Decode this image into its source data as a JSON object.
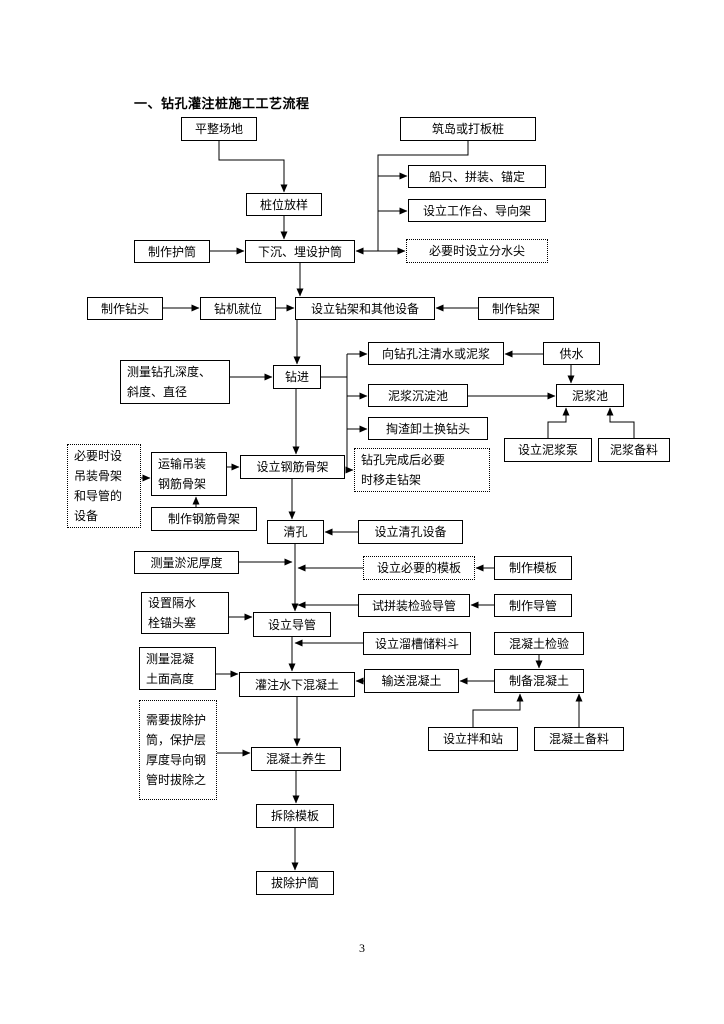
{
  "title": "一、钻孔灌注桩施工工艺流程",
  "page_number": "3",
  "nodes": {
    "level_site": "平整场地",
    "build_island": "筑岛或打板桩",
    "boats_assemble_anchor": "船只、拼装、锚定",
    "work_platform": "设立工作台、导向架",
    "pile_layout": "桩位放样",
    "water_splitter": "必要时设立分水尖",
    "make_casing": "制作护筒",
    "sink_casing": "下沉、埋设护筒",
    "make_drill_bit": "制作钻头",
    "rig_in_place": "钻机就位",
    "setup_rig_equipment": "设立钻架和其他设备",
    "make_rig": "制作钻架",
    "inject_water_mud": "向钻孔注清水或泥浆",
    "water_supply": "供水",
    "measure_hole": "测量钻孔深度、\n斜度、直径",
    "drilling": "钻进",
    "sediment_pool": "泥浆沉淀池",
    "mud_pool": "泥浆池",
    "remove_slag": "掏渣卸土换钻头",
    "mud_pump": "设立泥浆泵",
    "mud_material": "泥浆备料",
    "hoist_note": "必要时设\n吊装骨架\n和导管的\n设备",
    "transport_cage": "运输吊装\n钢筋骨架",
    "setup_cage": "设立钢筋骨架",
    "move_rig_note": "钻孔完成后必要\n时移走钻架",
    "make_cage": "制作钢筋骨架",
    "clean_hole": "清孔",
    "clean_equipment": "设立清孔设备",
    "measure_silt": "测量淤泥厚度",
    "necessary_formwork": "设立必要的模板",
    "make_formwork": "制作模板",
    "water_plug": "设置隔水\n栓锚头塞",
    "test_pipe": "试拼装检验导管",
    "make_pipe": "制作导管",
    "setup_pipe": "设立导管",
    "chute_hopper": "设立溜槽储料斗",
    "concrete_test": "混凝土检验",
    "measure_concrete": "测量混凝\n土面高度",
    "pour_concrete": "灌注水下混凝土",
    "transport_concrete": "输送混凝土",
    "prepare_concrete": "制备混凝土",
    "casing_note": "需要拔除护\n筒，保护层\n厚度导向钢\n管时拔除之",
    "mixing_station": "设立拌和站",
    "concrete_material": "混凝土备料",
    "concrete_curing": "混凝土养生",
    "remove_formwork": "拆除模板",
    "remove_casing": "拔除护筒"
  }
}
